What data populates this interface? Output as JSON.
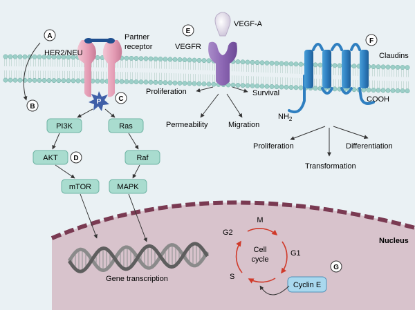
{
  "colors": {
    "background": "#eaf1f4",
    "membrane_head": "#9ccfc8",
    "membrane_tail": "#c9dcd9",
    "nucleus_fill": "#d8c3cc",
    "nucleus_edge": "#7a3a52",
    "box_fill": "#a9dccf",
    "box_edge": "#6fb4a4",
    "her2": "#e6a9bd",
    "vegfr": "#8f6bb3",
    "claudin": "#2f7fc0",
    "cycle_arrow": "#d03a2a",
    "cyclin_fill": "#a9d8ee",
    "p_star": "#3f5fa8"
  },
  "labels": {
    "a": "A",
    "b": "B",
    "c": "C",
    "d": "D",
    "e": "E",
    "f": "F",
    "g": "G",
    "her2": "HER2/NEU",
    "partner_line1": "Partner",
    "partner_line2": "receptor",
    "phospho": "P",
    "vegfa": "VEGF-A",
    "vegfr": "VEGFR",
    "claudins": "Claudins",
    "nh2_main": "NH",
    "nh2_sub": "2",
    "cooh": "COOH",
    "nucleus": "Nucleus",
    "gene_transcription": "Gene transcription"
  },
  "pathway": {
    "pi3k": "PI3K",
    "ras": "Ras",
    "akt": "AKT",
    "raf": "Raf",
    "mtor": "mTOR",
    "mapk": "MAPK"
  },
  "vegf_effects": {
    "proliferation": "Proliferation",
    "survival": "Survival",
    "permeability": "Permeability",
    "migration": "Migration"
  },
  "claudin_effects": {
    "proliferation": "Proliferation",
    "differentiation": "Differentiation",
    "transformation": "Transformation"
  },
  "cell_cycle": {
    "title_line1": "Cell",
    "title_line2": "cycle",
    "m": "M",
    "g1": "G1",
    "s": "S",
    "g2": "G2",
    "cyclin": "Cyclin E"
  }
}
